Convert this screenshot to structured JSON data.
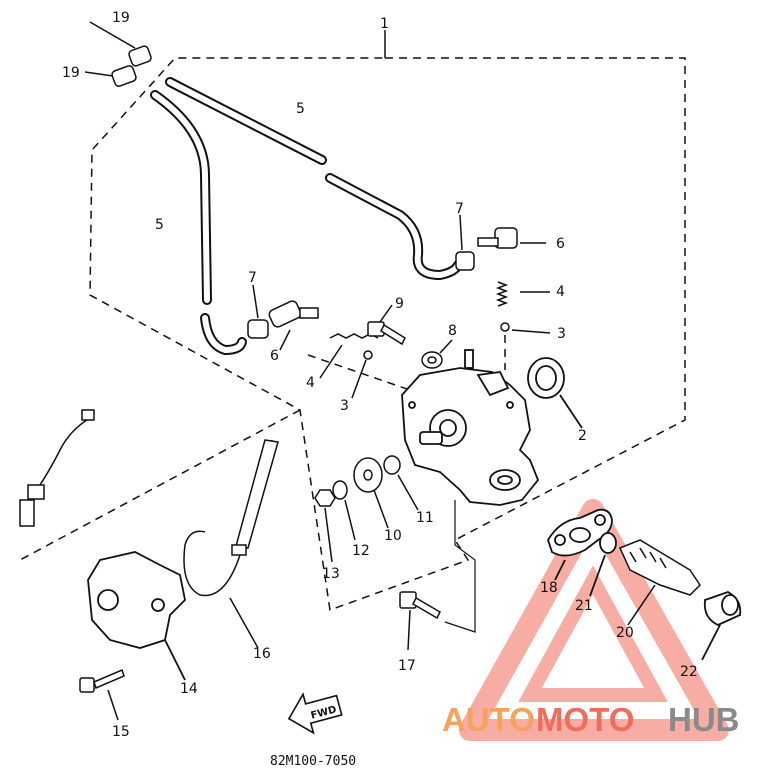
{
  "diagram": {
    "part_number": "82M100-7050",
    "direction_label": "FWD",
    "callouts": {
      "c1": "1",
      "c2": "2",
      "c3a": "3",
      "c3b": "3",
      "c4a": "4",
      "c4b": "4",
      "c5a": "5",
      "c5b": "5",
      "c6a": "6",
      "c6b": "6",
      "c7a": "7",
      "c7b": "7",
      "c8": "8",
      "c9": "9",
      "c10": "10",
      "c11": "11",
      "c12": "12",
      "c13": "13",
      "c14": "14",
      "c15": "15",
      "c16": "16",
      "c17": "17",
      "c18": "18",
      "c19a": "19",
      "c19b": "19",
      "c20": "20",
      "c21": "21",
      "c22": "22"
    }
  },
  "watermark": {
    "part1": "AUTO",
    "part2": "MOTO",
    "part3": "HUB",
    "color_red": "#f26b5b",
    "color_orange": "#f7a25a",
    "color_gray": "#8a8a8a"
  }
}
